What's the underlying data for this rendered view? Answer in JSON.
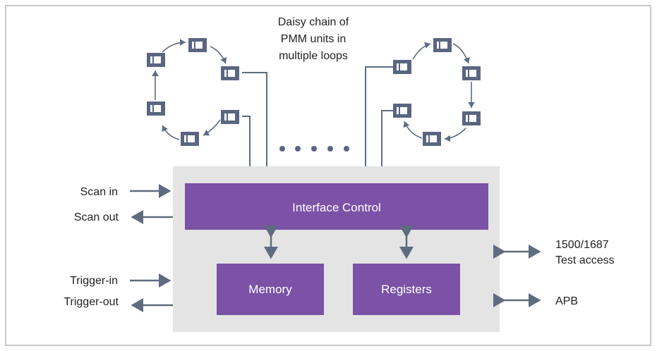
{
  "caption": [
    "Daisy chain of",
    "PMM units in",
    "multiple loops"
  ],
  "blocks": {
    "interface": "Interface Control",
    "memory": "Memory",
    "registers": "Registers"
  },
  "left_ports": {
    "scan_in": "Scan in",
    "scan_out": "Scan out",
    "trigger_in": "Trigger-in",
    "trigger_out": "Trigger-out"
  },
  "right_ports": {
    "test_access_line1": "1500/1687",
    "test_access_line2": "Test access",
    "apb": "APB"
  },
  "colors": {
    "block": "#7b52a6",
    "container": "#e4e4e4",
    "unit": "#5a6680",
    "arrow": "#5f6b80",
    "frame": "#c8c8c8"
  },
  "icons": [
    "pmm-unit-icon",
    "ellipsis-dots"
  ]
}
